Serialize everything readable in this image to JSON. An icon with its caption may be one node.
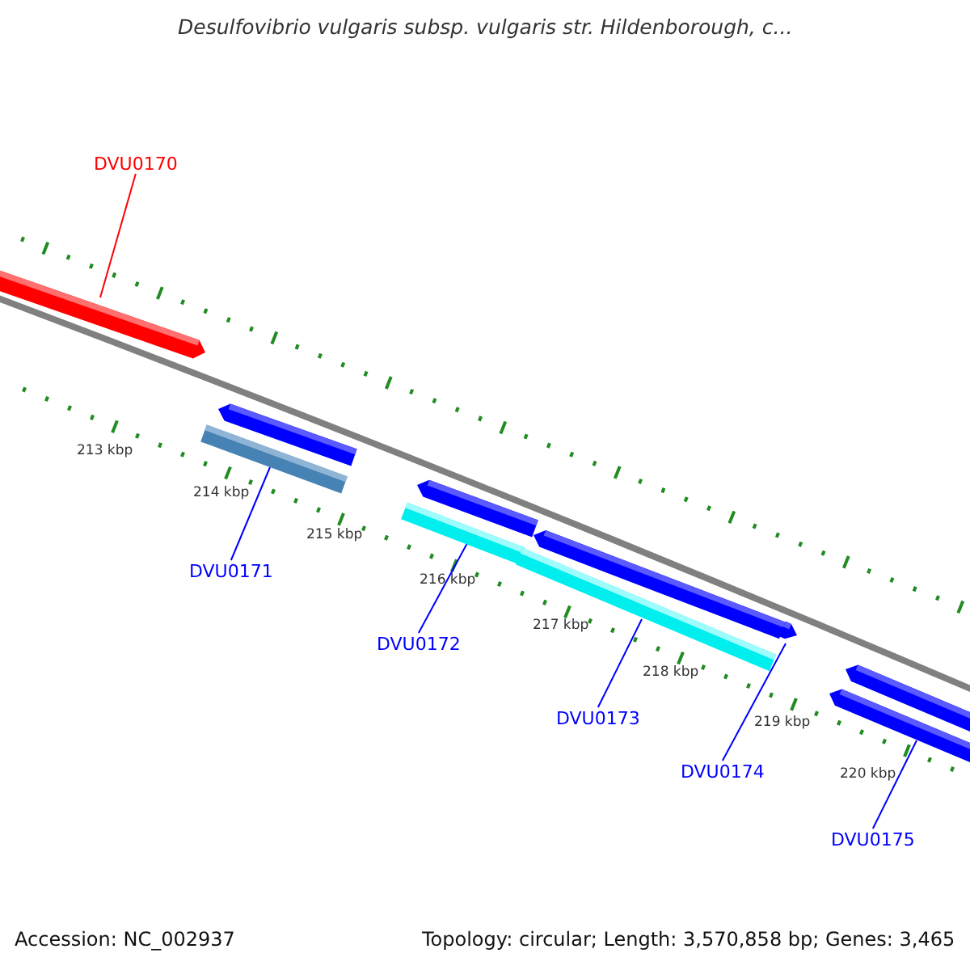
{
  "diagram": {
    "title": "Desulfovibrio vulgaris subsp. vulgaris str. Hildenborough, c...",
    "nodes": [
      {
        "text": [
          "DVU0170"
        ]
      },
      {
        "text": [
          "DVU0171"
        ]
      },
      {
        "text": [
          "DVU0172"
        ]
      },
      {
        "text": [
          "DVU0173"
        ]
      },
      {
        "text": [
          "DVU0174"
        ]
      },
      {
        "text": [
          "DVU0175"
        ]
      },
      {
        "text": [],
        "shape": "bar"
      },
      {
        "text": [],
        "shape": "bar"
      },
      {
        "text": [],
        "shape": "bar"
      },
      {
        "text": [],
        "shape": "bar"
      },
      {
        "text": [],
        "shape": "bar"
      },
      {
        "text": [],
        "shape": "bar"
      },
      {
        "text": [],
        "shape": "bar"
      },
      {
        "text": [],
        "shape": "bar"
      },
      {
        "text": [],
        "shape": "bar"
      },
      {
        "text": [],
        "shape": "bar"
      }
    ],
    "edges": [
      {
        "from": 0,
        "to": 6,
        "arrow": "none",
        "color": "#ff0000"
      },
      {
        "from": 1,
        "to": 7,
        "arrow": "none"
      },
      {
        "from": 2,
        "to": 9,
        "arrow": "none"
      },
      {
        "from": 3,
        "to": 11,
        "arrow": "none"
      },
      {
        "from": 4,
        "to": 13,
        "arrow": "none"
      },
      {
        "from": 5,
        "to": 14,
        "arrow": "none"
      }
    ],
    "labels": [
      "213 kbp",
      "214 kbp",
      "215 kbp",
      "216 kbp",
      "217 kbp",
      "218 kbp",
      "219 kbp",
      "220 kbp",
      "Accession: NC_002937",
      "Topology: circular; Length: 3,570,858 bp; Genes: 3,465"
    ]
  }
}
